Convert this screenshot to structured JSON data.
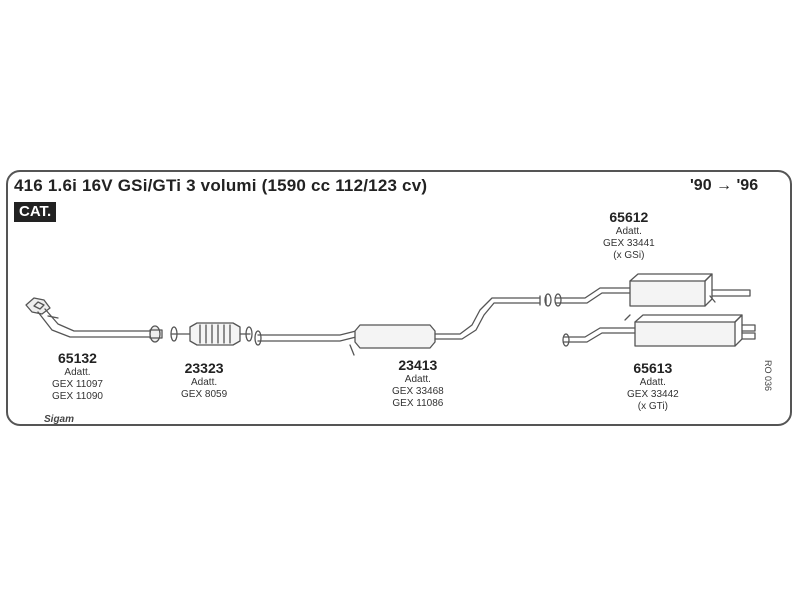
{
  "header": {
    "title": "416 1.6i 16V GSi/GTi 3 volumi (1590 cc 112/123 cv)",
    "years": "'90 → '96",
    "cat_badge": "CAT."
  },
  "parts": [
    {
      "id": "part-65132",
      "number": "65132",
      "lines": [
        "Adatt.",
        "GEX 11097",
        "GEX 11090"
      ]
    },
    {
      "id": "part-23323",
      "number": "23323",
      "lines": [
        "Adatt.",
        "GEX 8059"
      ]
    },
    {
      "id": "part-23413",
      "number": "23413",
      "lines": [
        "Adatt.",
        "GEX 33468",
        "GEX 11086"
      ]
    },
    {
      "id": "part-65612",
      "number": "65612",
      "lines": [
        "Adatt.",
        "GEX 33441",
        "(x GSi)"
      ]
    },
    {
      "id": "part-65613",
      "number": "65613",
      "lines": [
        "Adatt.",
        "GEX 33442",
        "(x GTi)"
      ]
    }
  ],
  "reference": "RO 036",
  "logo": "Sigam"
}
